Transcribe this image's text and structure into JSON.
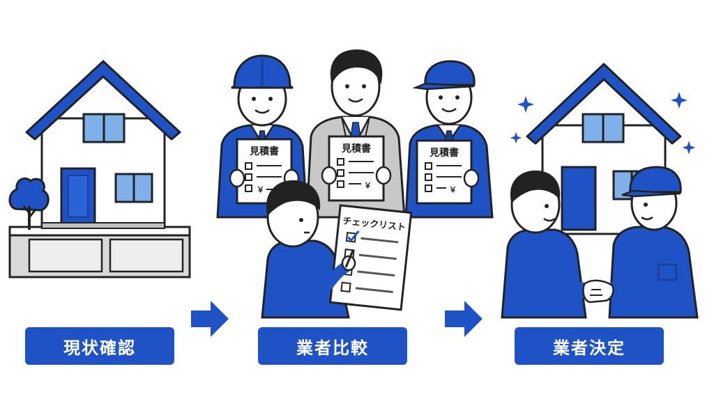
{
  "steps": [
    {
      "label": "現状確認"
    },
    {
      "label": "業者比較"
    },
    {
      "label": "業者決定"
    }
  ],
  "documents": {
    "quote_title": "見積書",
    "yen_symbol": "￥",
    "checklist_title": "チェックリスト"
  },
  "icons": [
    "house-icon",
    "tree-icon",
    "arrow-right-icon",
    "worker-icon",
    "checklist-icon",
    "handshake-icon",
    "sparkle-icon"
  ],
  "colors": {
    "primary_blue": "#1f52c4",
    "window_blue": "#7fb0ea",
    "outline": "#222222",
    "gray_suit": "#c8c8c8",
    "wall_gray": "#d9d9d9"
  }
}
